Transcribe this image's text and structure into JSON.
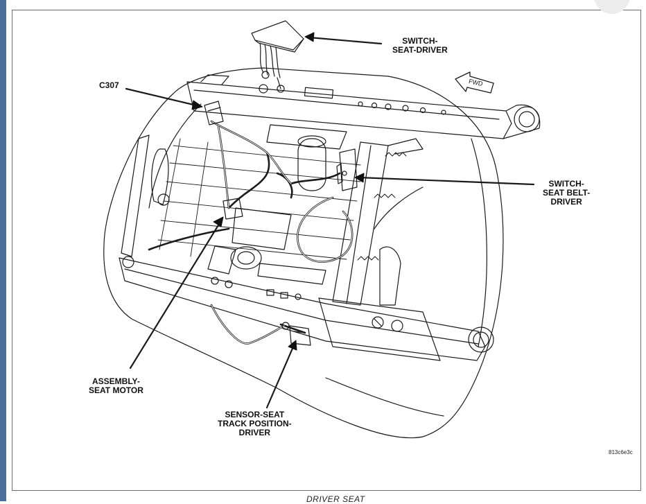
{
  "diagram": {
    "labels": {
      "switch_seat_driver": [
        "SWITCH-",
        "SEAT-DRIVER"
      ],
      "c307": "C307",
      "fwd": "FWD",
      "switch_seat_belt_driver": [
        "SWITCH-",
        "SEAT BELT-",
        "DRIVER"
      ],
      "assembly_seat_motor": [
        "ASSEMBLY-",
        "SEAT MOTOR"
      ],
      "sensor_seat_track": [
        "SENSOR-SEAT",
        "TRACK POSITION-",
        "DRIVER"
      ]
    },
    "figure_code": "813c6e3c",
    "caption": "DRIVER SEAT"
  },
  "colors": {
    "frame_border": "#6b6b6b",
    "left_bar": "#4a6f9a",
    "ink": "#111111"
  },
  "icons": {
    "close": "close-x-icon",
    "fwd": "fwd-arrow-icon"
  }
}
